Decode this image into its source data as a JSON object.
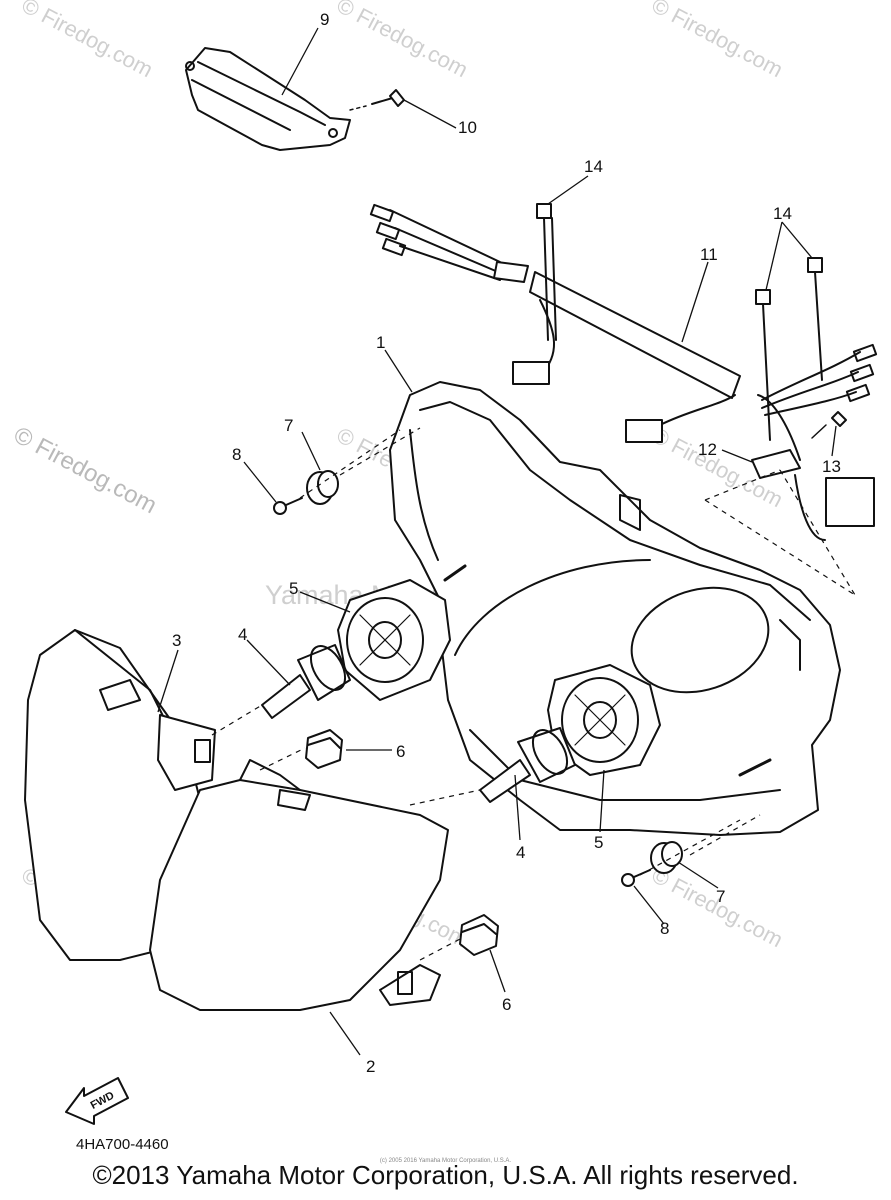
{
  "callouts": {
    "c1": "1",
    "c2": "2",
    "c3": "3",
    "c4a": "4",
    "c4b": "4",
    "c5a": "5",
    "c5b": "5",
    "c6a": "6",
    "c6b": "6",
    "c7a": "7",
    "c7b": "7",
    "c8a": "8",
    "c8b": "8",
    "c9": "9",
    "c10": "10",
    "c11": "11",
    "c12": "12",
    "c13": "13",
    "c14a": "14",
    "c14b": "14"
  },
  "fwd_label": "FWD",
  "diagram_code": "4HA700-4460",
  "small_copyright": "(c) 2005 2016 Yamaha Motor Corporation, U.S.A.",
  "watermark": {
    "site": "© Firedog.com",
    "center": "Yamaha Motor Corp, U.S.A."
  },
  "copyright": "©2013 Yamaha Motor Corporation, U.S.A. All rights reserved."
}
